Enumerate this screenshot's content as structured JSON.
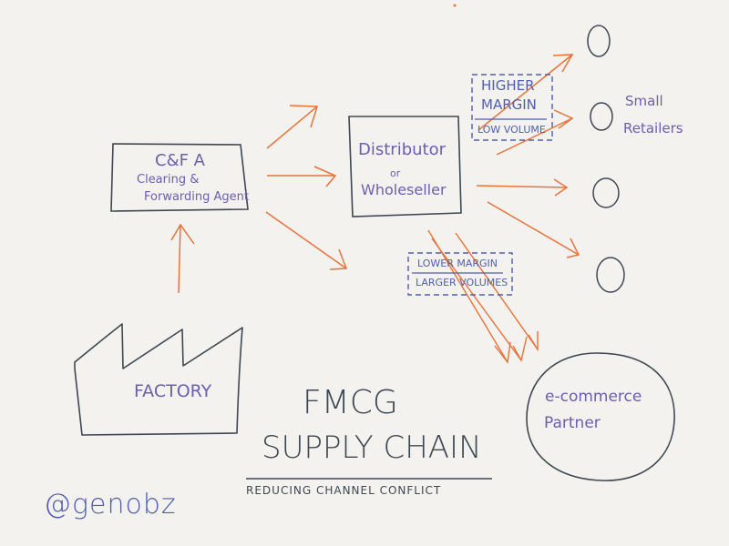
{
  "title": {
    "line1": "FMCG",
    "line2": "SUPPLY CHAIN",
    "subtitle": "REDUCING CHANNEL CONFLICT"
  },
  "nodes": {
    "factory": {
      "label": "FACTORY"
    },
    "cfa": {
      "abbr": "C&F A",
      "line1": "Clearing &",
      "line2": "Forwarding Agent"
    },
    "distributor": {
      "line1": "Distributor",
      "line2": "or",
      "line3": "Wholeseller"
    },
    "small_retailers": {
      "line1": "Small",
      "line2": "Retailers",
      "count": 4
    },
    "ecommerce": {
      "line1": "e-commerce",
      "line2": "Partner"
    }
  },
  "annotations": {
    "retail_channel": {
      "line1": "HIGHER",
      "line2": "MARGIN",
      "line3": "LOW VOLUME"
    },
    "ecommerce_channel": {
      "line1": "LOWER MARGIN",
      "line2": "LARGER VOLUMES"
    }
  },
  "signature": "@genobz",
  "colors": {
    "background": "#f3f2ee",
    "ink_dark": "#3e4852",
    "ink_purple": "#6b5fb0",
    "ink_blue": "#4f5fae",
    "arrow_orange": "#e8733a"
  }
}
